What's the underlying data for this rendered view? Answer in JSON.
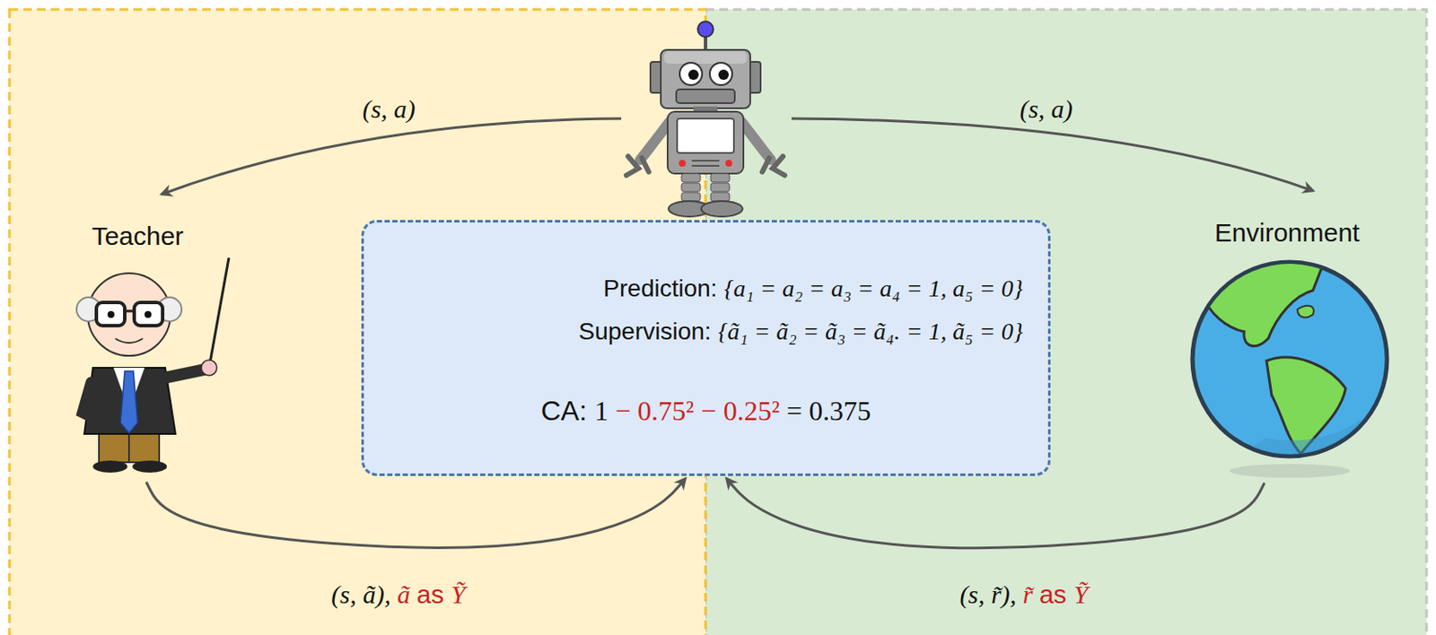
{
  "diagram": {
    "nodes": [
      {
        "text": [
          "Teacher"
        ]
      },
      {
        "text": [
          "Environment"
        ]
      },
      {
        "text": [
          "Prediction: {a₁ = a₂ = a₃ = a₄ = 1, a₅ = 0}",
          "Supervision: {ã₁ = ã₂ = ã₃ = ã₄. = 1, ã₅ = 0}",
          "CA: 1 − 0.75² − 0.25² = 0.375"
        ]
      }
    ],
    "edges": [
      {
        "from": 0,
        "to": 2,
        "arrow": "to",
        "label": "(s, ã), ã as Ỹ"
      },
      {
        "from": 1,
        "to": 2,
        "arrow": "to",
        "label": "(s, r̃), r̃ as Ỹ"
      }
    ],
    "labels": [
      "(s, a)",
      "(s, a)"
    ]
  }
}
